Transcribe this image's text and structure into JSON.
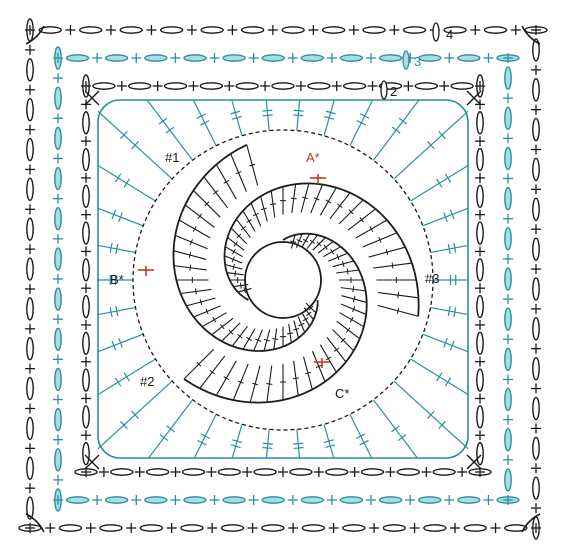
{
  "colors": {
    "dark": "#1a1a1a",
    "teal": "#2a8fa3",
    "teal_fill": "#a9dde6",
    "red": "#c0392b",
    "background": "#ffffff"
  },
  "labels": {
    "motif_1": "#1",
    "motif_2": "#2",
    "motif_3": "#3",
    "point_a": "A*",
    "point_b": "B*",
    "point_c": "C*",
    "round_2": "2",
    "round_3": "3",
    "round_4": "4"
  }
}
